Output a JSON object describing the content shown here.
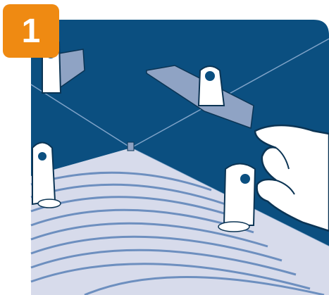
{
  "step": {
    "number": "1"
  },
  "colors": {
    "background": "#0b4f80",
    "tile": "#d7dbeb",
    "tile_groove": "#6d8fbf",
    "wedge": "#8fa3c4",
    "clip": "#ffffff",
    "badge": "#ef8a12",
    "outline": "#0b3454"
  },
  "icons": [
    "tile-leveling-clip",
    "leveling-wedge",
    "hand-icon",
    "step-badge"
  ]
}
